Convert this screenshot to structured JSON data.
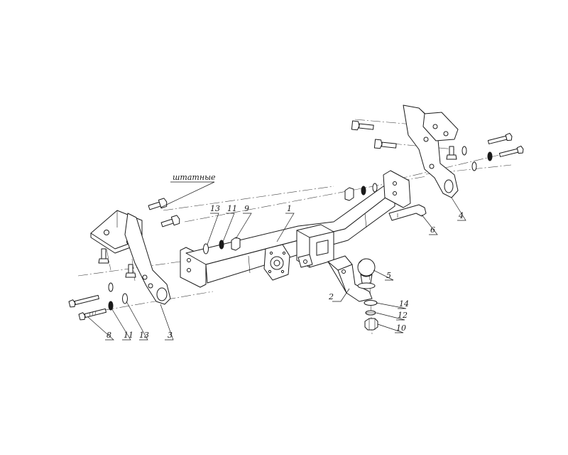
{
  "diagram": {
    "note_label": "штатные",
    "callouts": [
      {
        "id": "c1",
        "label": "1"
      },
      {
        "id": "c2",
        "label": "2"
      },
      {
        "id": "c3",
        "label": "3"
      },
      {
        "id": "c4",
        "label": "4"
      },
      {
        "id": "c5",
        "label": "5"
      },
      {
        "id": "c6",
        "label": "6"
      },
      {
        "id": "c8",
        "label": "8"
      },
      {
        "id": "c9",
        "label": "9"
      },
      {
        "id": "c10",
        "label": "10"
      },
      {
        "id": "c11a",
        "label": "11"
      },
      {
        "id": "c11b",
        "label": "11"
      },
      {
        "id": "c12",
        "label": "12"
      },
      {
        "id": "c13a",
        "label": "13"
      },
      {
        "id": "c13b",
        "label": "13"
      },
      {
        "id": "c14",
        "label": "14"
      }
    ]
  }
}
